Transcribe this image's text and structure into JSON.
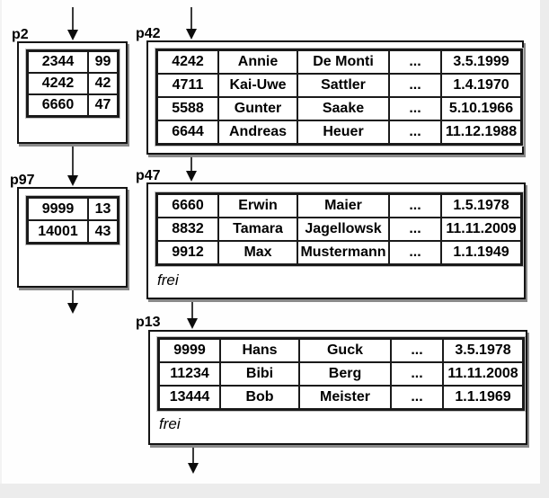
{
  "colors": {
    "line": "#141414",
    "box_background": "#ffffff",
    "page_background": "#fefefe",
    "margin_strip": "#ececec",
    "shadow": "#8a8a8a"
  },
  "nodes": {
    "p2": {
      "label": "p2",
      "rows": [
        [
          "2344",
          "99"
        ],
        [
          "4242",
          "42"
        ],
        [
          "6660",
          "47"
        ]
      ]
    },
    "p42": {
      "label": "p42",
      "rows": [
        [
          "4242",
          "Annie",
          "De Monti",
          "...",
          "3.5.1999"
        ],
        [
          "4711",
          "Kai-Uwe",
          "Sattler",
          "...",
          "1.4.1970"
        ],
        [
          "5588",
          "Gunter",
          "Saake",
          "...",
          "5.10.1966"
        ],
        [
          "6644",
          "Andreas",
          "Heuer",
          "...",
          "11.12.1988"
        ]
      ]
    },
    "p97": {
      "label": "p97",
      "rows": [
        [
          "9999",
          "13"
        ],
        [
          "14001",
          "43"
        ]
      ]
    },
    "p47": {
      "label": "p47",
      "free_label": "frei",
      "rows": [
        [
          "6660",
          "Erwin",
          "Maier",
          "...",
          "1.5.1978"
        ],
        [
          "8832",
          "Tamara",
          "Jagellowsk",
          "...",
          "11.11.2009"
        ],
        [
          "9912",
          "Max",
          "Mustermann",
          "...",
          "1.1.1949"
        ]
      ]
    },
    "p13": {
      "label": "p13",
      "free_label": "frei",
      "rows": [
        [
          "9999",
          "Hans",
          "Guck",
          "...",
          "3.5.1978"
        ],
        [
          "11234",
          "Bibi",
          "Berg",
          "...",
          "11.11.2008"
        ],
        [
          "13444",
          "Bob",
          "Meister",
          "...",
          "1.1.1969"
        ]
      ]
    }
  },
  "edges": [
    {
      "from": "above",
      "to": "p2"
    },
    {
      "from": "above",
      "to": "p42"
    },
    {
      "from": "p2",
      "to": "p97"
    },
    {
      "from": "p42",
      "to": "p47"
    },
    {
      "from": "p97",
      "to": "below"
    },
    {
      "from": "p47",
      "to": "p13"
    },
    {
      "from": "p13",
      "to": "below"
    }
  ]
}
